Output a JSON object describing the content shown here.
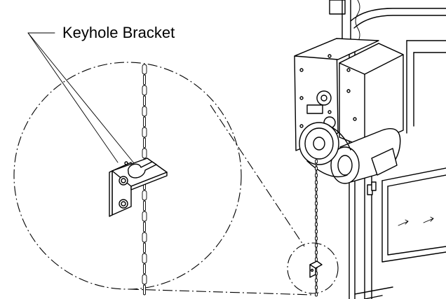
{
  "callout": {
    "label": "Keyhole Bracket"
  },
  "icons": [
    "keyhole-bracket",
    "chain",
    "operator-motor",
    "sprocket",
    "window-frame"
  ]
}
